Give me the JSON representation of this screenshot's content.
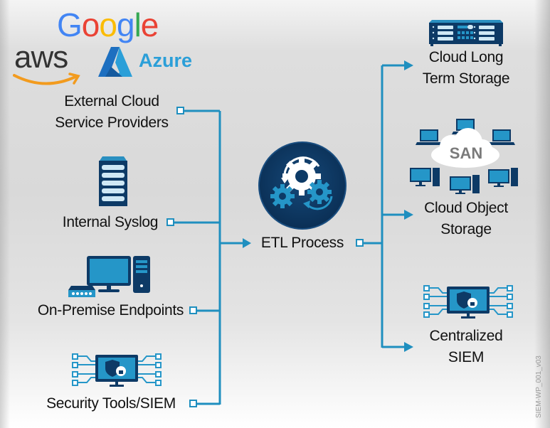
{
  "logos": {
    "google": {
      "text": "Google",
      "letters": [
        "G",
        "o",
        "o",
        "g",
        "l",
        "e"
      ],
      "colors": [
        "#4285F4",
        "#EA4335",
        "#FBBC05",
        "#4285F4",
        "#34A853",
        "#EA4335"
      ]
    },
    "aws": {
      "text": "aws",
      "color": "#333333",
      "smile_color": "#F29B1E"
    },
    "azure": {
      "text": "Azure",
      "color": "#2B9FD8"
    }
  },
  "sources": [
    {
      "id": "external-cloud",
      "label_lines": [
        "External Cloud",
        "Service Providers"
      ],
      "icon": "cloud-provider-logos"
    },
    {
      "id": "internal-syslog",
      "label_lines": [
        "Internal Syslog"
      ],
      "icon": "server-rack-icon"
    },
    {
      "id": "on-premise-endpoints",
      "label_lines": [
        "On-Premise Endpoints"
      ],
      "icon": "desktop-computer-icon"
    },
    {
      "id": "security-tools",
      "label_lines": [
        "Security Tools/SIEM"
      ],
      "icon": "security-monitor-icon"
    }
  ],
  "process": {
    "label": "ETL Process",
    "icon": "gears-icon"
  },
  "destinations": [
    {
      "id": "cloud-long-term",
      "label_lines": [
        "Cloud Long",
        "Term Storage"
      ],
      "icon": "storage-array-icon"
    },
    {
      "id": "cloud-object",
      "label_lines": [
        "Cloud Object",
        "Storage"
      ],
      "icon": "san-network-icon",
      "san_label": "SAN"
    },
    {
      "id": "centralized-siem",
      "label_lines": [
        "Centralized",
        "SIEM"
      ],
      "icon": "security-monitor-icon"
    }
  ],
  "watermark": "SIEM-WP_001_v03",
  "colors": {
    "connector": "#1F8FBF",
    "navy": "#0D3A66",
    "accent": "#2596C8"
  }
}
